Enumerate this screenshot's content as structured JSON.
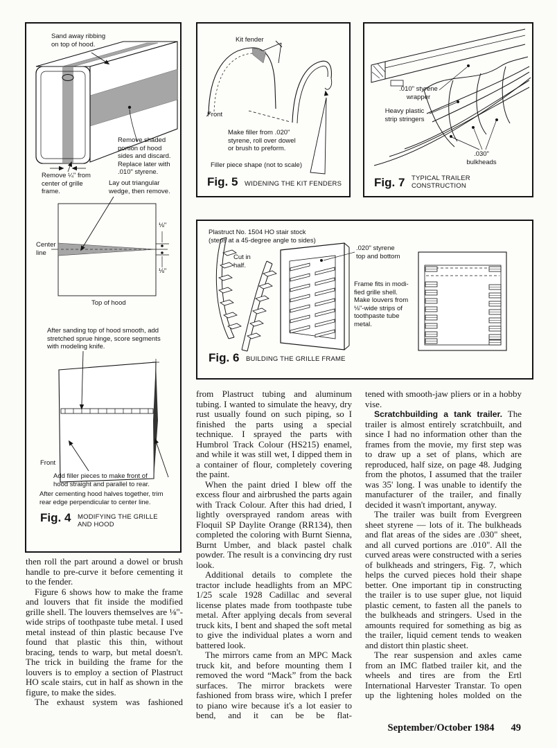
{
  "page": {
    "footer": {
      "issue": "September/October 1984",
      "page_number": "49"
    }
  },
  "figures": {
    "fig4": {
      "number": "Fig. 4",
      "caption": "MODIFYING THE GRILLE\nAND HOOD",
      "labels": {
        "sand_ribbing": "Sand away ribbing\non top of hood.",
        "remove_shaded": "Remove shaded\nportion of hood\nsides and discard.\nReplace later with\n.010\" styrene.",
        "remove_quarter": "Remove ¼\" from\ncenter of grille\nframe.",
        "layout_wedge": "Lay out triangular\nwedge, then remove.",
        "center_line": "Center\nline",
        "eighth_top": "⅛\"",
        "eighth_bottom": "⅛\"",
        "top_of_hood": "Top of hood",
        "after_sanding": "After sanding top of hood smooth, add\nstretched sprue hinge, score segments\nwith modeling knife.",
        "front": "Front",
        "add_filler": "Add filler pieces to make front of\nhood straight and parallel to rear.",
        "after_cementing": "After cementing hood halves together, trim\nrear edge perpendicular to center line."
      }
    },
    "fig5": {
      "number": "Fig. 5",
      "caption": "WIDENING THE KIT FENDERS",
      "labels": {
        "kit_fender": "Kit fender",
        "front": "Front",
        "make_filler": "Make filler from .020\"\nstyrene, roll over dowel\nor brush to preform.",
        "filler_shape": "Filler piece shape (not to scale)"
      }
    },
    "fig6": {
      "number": "Fig. 6",
      "caption": "BUILDING THE GRILLE FRAME",
      "labels": {
        "plastruct": "Plastruct No. 1504 HO stair stock\n(steps at a 45-degree angle to sides)",
        "cut_in_half": "Cut in\nhalf.",
        "styrene_tb": ".020\" styrene\ntop and bottom",
        "frame_fits": "Frame fits in modi-\nfied grille shell.\nMake louvers from\n⅛\"-wide strips of\ntoothpaste tube\nmetal."
      }
    },
    "fig7": {
      "number": "Fig. 7",
      "caption": "TYPICAL TRAILER\nCONSTRUCTION",
      "labels": {
        "wrapper": ".010\" styrene\nwrapper",
        "stringers": "Heavy plastic\nstrip stringers",
        "bulkheads": ".030\"\nbulkheads"
      }
    }
  },
  "article": {
    "left_column": {
      "p1": "then roll the part around a dowel or brush handle to pre-curve it before cementing it to the fender.",
      "p2": "Figure 6 shows how to make the frame and louvers that fit inside the modified grille shell. The louvers themselves are ⅛\"-wide strips of toothpaste tube metal. I used metal instead of thin plastic because I've found that plastic this thin, without bracing, tends to warp, but metal doesn't. The trick in building the frame for the louvers is to employ a section of Plastruct HO scale stairs, cut in half as shown in the figure, to make the sides.",
      "p3": "The exhaust system was fashioned"
    },
    "middle_column": {
      "p1": "from Plastruct tubing and aluminum tubing. I wanted to simulate the heavy, dry rust usually found on such piping, so I finished the parts using a special technique. I sprayed the parts with Humbrol Track Colour (HS215) enamel, and while it was still wet, I dipped them in a container of flour, completely covering the paint.",
      "p2": "When the paint dried I blew off the excess flour and airbrushed the parts again with Track Colour. After this had dried, I lightly oversprayed random areas with Floquil SP Daylite Orange (RR134), then completed the coloring with Burnt Sienna, Burnt Umber, and black pastel chalk powder. The result is a convincing dry rust look.",
      "p3": "Additional details to complete the tractor include headlights from an MPC 1/25 scale 1928 Cadillac and several license plates made from toothpaste tube metal. After applying decals from several truck kits, I bent and shaped the soft metal to give the individual plates a worn and battered look.",
      "p4": "The mirrors came from an MPC Mack truck kit, and before mounting them I removed the word “Mack” from the back surfaces. The mirror brackets were fashioned from brass wire, which I prefer to piano wire because it's a lot easier to bend, and it can be be flat-"
    },
    "right_column": {
      "p1": "tened with smooth-jaw pliers or in a hobby vise.",
      "p2_lead": "Scratchbuilding a tank trailer.",
      "p2_rest": " The trailer is almost entirely scratchbuilt, and since I had no information other than the frames from the movie, my first step was to draw up a set of plans, which are reproduced, half size, on page 48. Judging from the photos, I assumed that the trailer was 35' long. I was unable to identify the manufacturer of the trailer, and finally decided it wasn't important, anyway.",
      "p3": "The trailer was built from Evergreen sheet styrene — lots of it. The bulkheads and flat areas of the sides are .030\" sheet, and all curved portions are .010\". All the curved areas were constructed with a series of bulkheads and stringers, Fig. 7, which helps the curved pieces hold their shape better. One important tip in constructing the trailer is to use super glue, not liquid plastic cement, to fasten all the panels to the bulkheads and stringers. Used in the amounts required for something as big as the trailer, liquid cement tends to weaken and distort thin plastic sheet.",
      "p4": "The rear suspension and axles came from an IMC flatbed trailer kit, and the wheels and tires are from the Ertl International Harvester Transtar. To open up the lightening holes molded on the"
    }
  }
}
